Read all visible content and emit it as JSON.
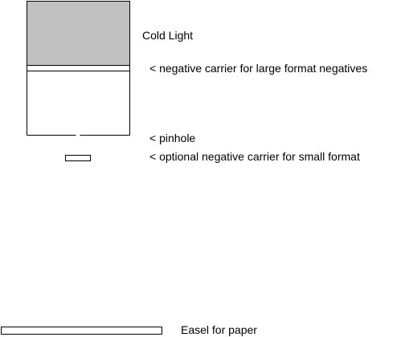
{
  "labels": {
    "cold_light": "Cold Light",
    "large_carrier": "< negative carrier for large format negatives",
    "pinhole": "< pinhole",
    "small_carrier": "< optional negative carrier for small format",
    "easel": "Easel for paper"
  },
  "colors": {
    "cold_light_fill": "#c0c0c0",
    "outline": "#000000",
    "background": "#ffffff"
  }
}
